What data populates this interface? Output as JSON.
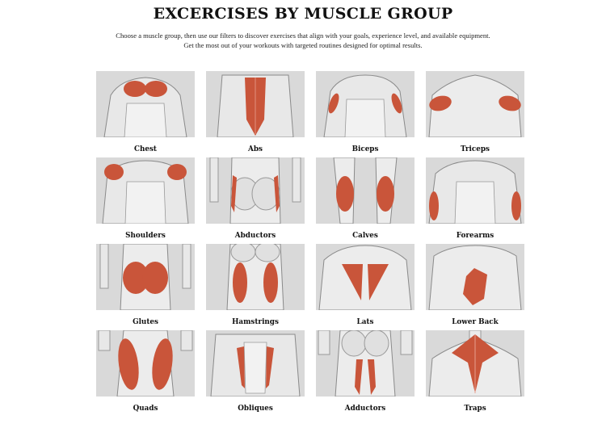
{
  "header": {
    "title": "EXCERCISES BY MUSCLE GROUP",
    "intro_line1": "Choose a muscle group, then use our filters to discover exercises that align with your goals, experience level, and available equipment.",
    "intro_line2": "Get the most out of your workouts with targeted routines designed for optimal results."
  },
  "colors": {
    "tile_bg": "#d9d9d9",
    "muscle_highlight": "#c9553a",
    "body_gray": "#b5b5b5"
  },
  "muscle_groups": [
    {
      "label": "Chest",
      "view": "front-torso"
    },
    {
      "label": "Abs",
      "view": "front-torso"
    },
    {
      "label": "Biceps",
      "view": "front-torso"
    },
    {
      "label": "Triceps",
      "view": "back-torso"
    },
    {
      "label": "Shoulders",
      "view": "front-torso"
    },
    {
      "label": "Abductors",
      "view": "back-hips"
    },
    {
      "label": "Calves",
      "view": "back-legs"
    },
    {
      "label": "Forearms",
      "view": "front-torso"
    },
    {
      "label": "Glutes",
      "view": "back-hips"
    },
    {
      "label": "Hamstrings",
      "view": "back-legs"
    },
    {
      "label": "Lats",
      "view": "back-torso"
    },
    {
      "label": "Lower Back",
      "view": "back-torso"
    },
    {
      "label": "Quads",
      "view": "front-legs"
    },
    {
      "label": "Obliques",
      "view": "front-torso"
    },
    {
      "label": "Adductors",
      "view": "back-legs"
    },
    {
      "label": "Traps",
      "view": "back-torso"
    }
  ]
}
